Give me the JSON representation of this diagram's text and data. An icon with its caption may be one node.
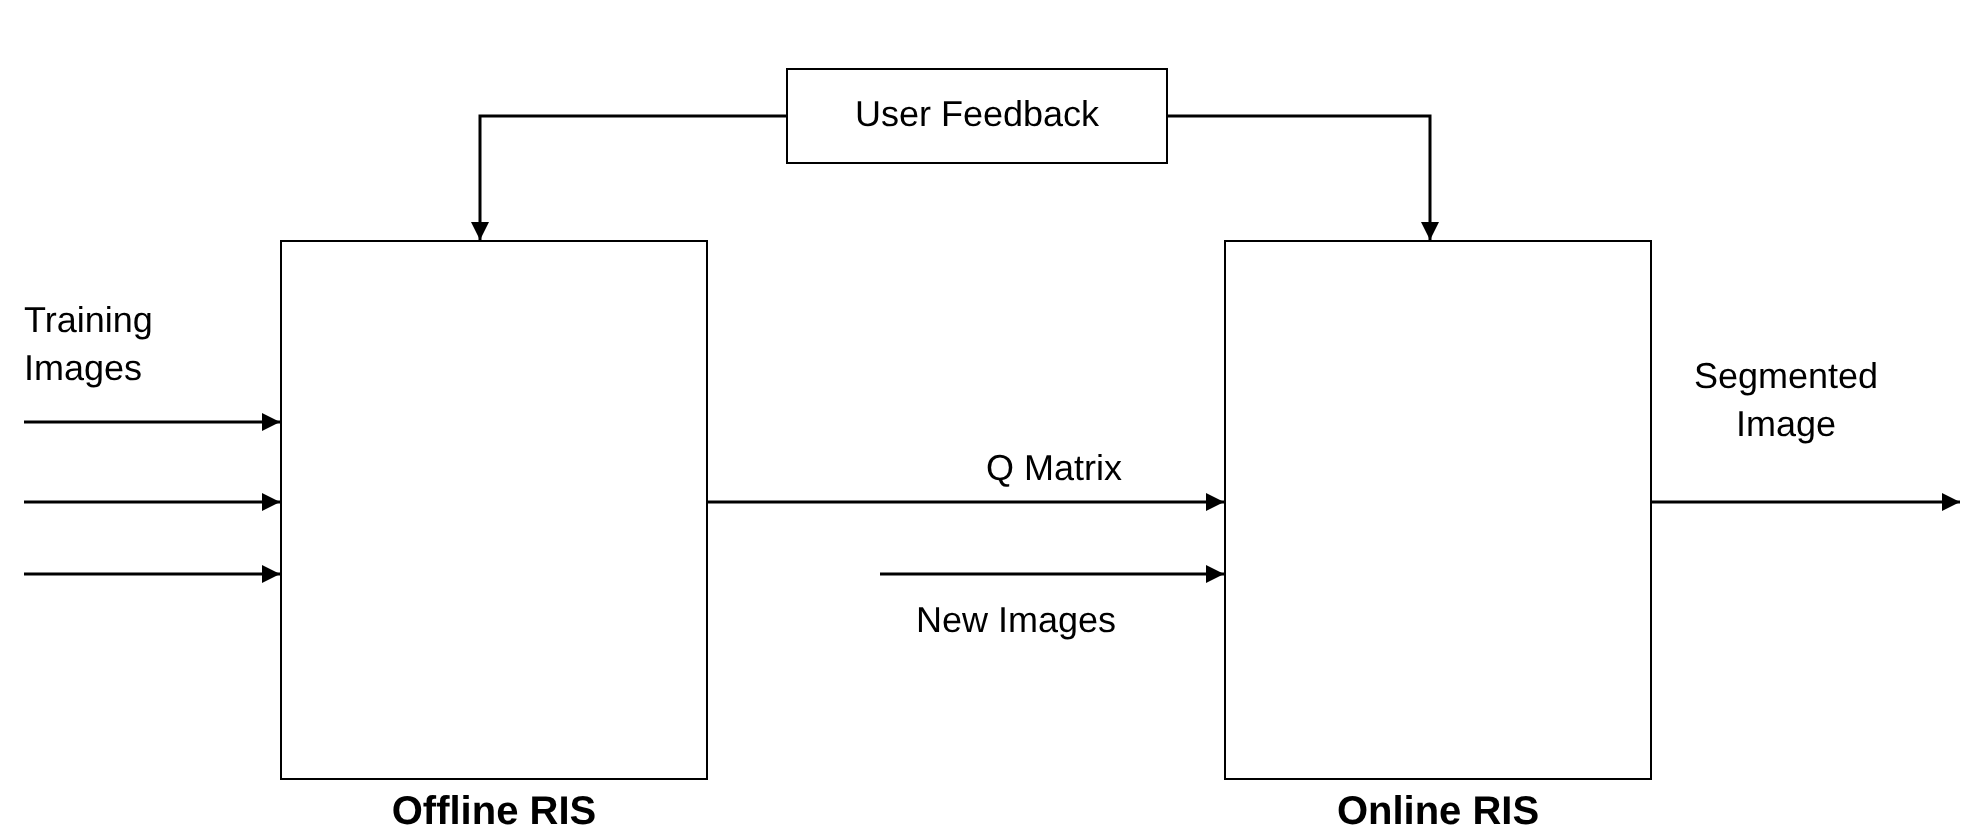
{
  "diagram": {
    "nodes": [
      {
        "text": [
          "User Feedback"
        ]
      },
      {
        "text": [
          "Offline RIS"
        ]
      },
      {
        "text": [
          "Online RIS"
        ]
      }
    ],
    "edges": [
      {
        "from": 0,
        "to": 1,
        "arrow": "to"
      },
      {
        "from": 0,
        "to": 2,
        "arrow": "to"
      },
      {
        "from": null,
        "to": 1,
        "arrow": "to",
        "label": "Training Images"
      },
      {
        "from": null,
        "to": 1,
        "arrow": "to"
      },
      {
        "from": null,
        "to": 1,
        "arrow": "to"
      },
      {
        "from": 1,
        "to": 2,
        "arrow": "to",
        "label": "Q Matrix"
      },
      {
        "from": null,
        "to": 2,
        "arrow": "to",
        "label": "New Images"
      },
      {
        "from": 2,
        "to": null,
        "arrow": "to",
        "label": "Segmented Image"
      }
    ]
  }
}
